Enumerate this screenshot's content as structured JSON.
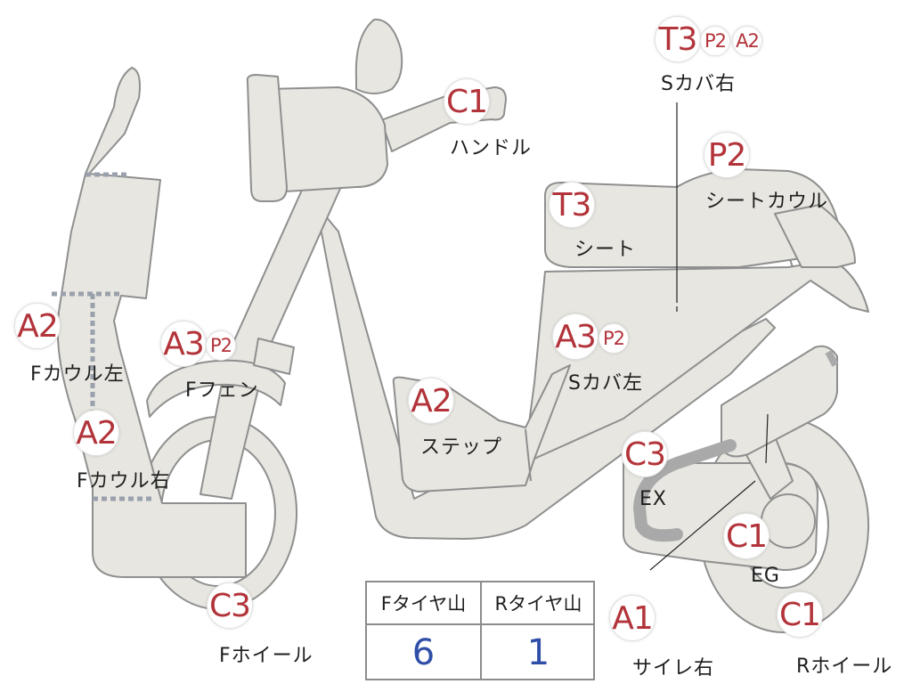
{
  "colors": {
    "body_fill": "#e7e6e0",
    "outline": "#8f8f8f",
    "grade_text": "#b2343a",
    "tread_value": "#2f4ea8"
  },
  "parts": {
    "handle": {
      "grades": [
        "C1"
      ],
      "label": "ハンドル"
    },
    "side_cover_r": {
      "grades": [
        "T3",
        "P2",
        "A2"
      ],
      "label": "Sカバ右"
    },
    "seat_cowl": {
      "grades": [
        "P2"
      ],
      "label": "シートカウル"
    },
    "seat": {
      "grades": [
        "T3"
      ],
      "label": "シート"
    },
    "side_cover_l": {
      "grades": [
        "A3",
        "P2"
      ],
      "label": "Sカバ左"
    },
    "f_cowl_l": {
      "grades": [
        "A2"
      ],
      "label": "Fカウル左"
    },
    "f_fender": {
      "grades": [
        "A3",
        "P2"
      ],
      "label": "Fフェン"
    },
    "step": {
      "grades": [
        "A2"
      ],
      "label": "ステップ"
    },
    "f_cowl_r": {
      "grades": [
        "A2"
      ],
      "label": "Fカウル右"
    },
    "ex": {
      "grades": [
        "C3"
      ],
      "label": "EX"
    },
    "eg": {
      "grades": [
        "C1"
      ],
      "label": "EG"
    },
    "f_wheel": {
      "grades": [
        "C3"
      ],
      "label": "Fホイール"
    },
    "r_wheel": {
      "grades": [
        "C1"
      ],
      "label": "Rホイール"
    },
    "silencer_r": {
      "grades": [
        "A1"
      ],
      "label": "サイレ右"
    }
  },
  "tread": {
    "front_header": "Fタイヤ山",
    "rear_header": "Rタイヤ山",
    "front_value": "6",
    "rear_value": "1"
  }
}
